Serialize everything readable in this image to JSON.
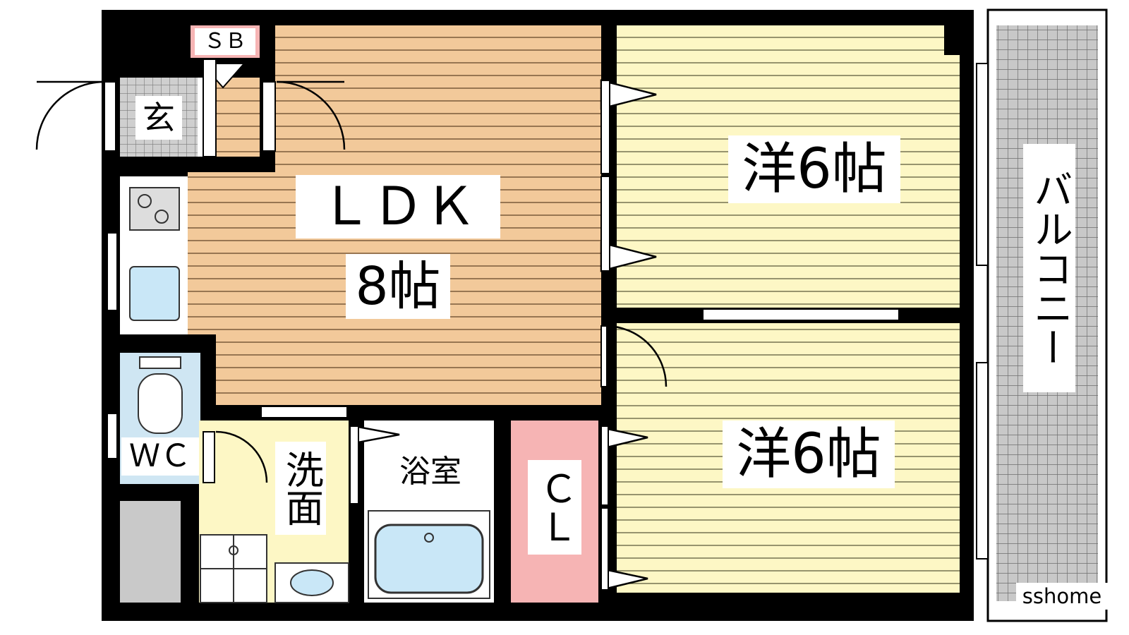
{
  "floorplan": {
    "rooms": {
      "ldk_name": "ＬＤＫ",
      "ldk_size": "8帖",
      "western1": "洋6帖",
      "western2": "洋6帖",
      "entrance": "玄",
      "shoe_box": "ＳＢ",
      "wc": "ＷＣ",
      "washroom": "洗面",
      "bathroom": "浴室",
      "closet": "ＣＬ",
      "balcony": "バルコニー"
    },
    "watermark": "sshome",
    "colors": {
      "ldk_floor": "#f2c99a",
      "western_floor": "#fdf7c5",
      "wet_area": "#fdf7c5",
      "wc_floor": "#cfe6f3",
      "closet": "#f6b4b4",
      "shoe_box": "#f6b4b4",
      "fixtures": "#c9e7f7",
      "balcony_grid": "#a8a8a8",
      "walls": "#000000"
    }
  }
}
